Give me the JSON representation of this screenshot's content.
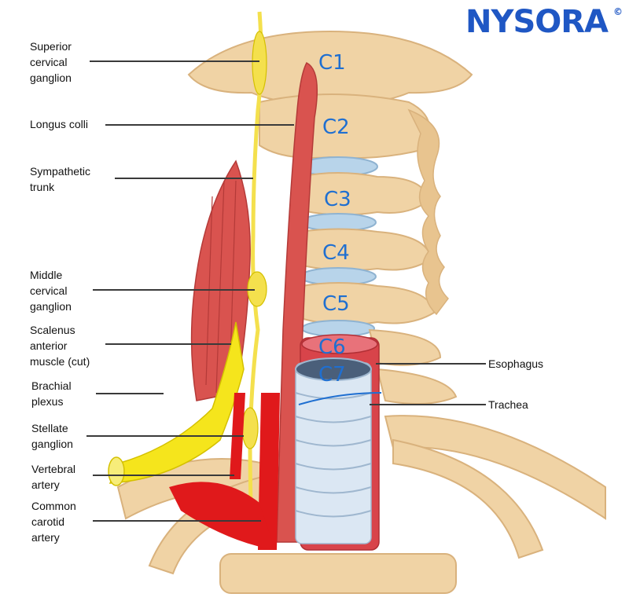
{
  "logo": {
    "text": "NYSORA",
    "mark": "©"
  },
  "labels_left": [
    {
      "id": "superior-cervical-ganglion",
      "text": "Superior\ncervical\nganglion"
    },
    {
      "id": "longus-colli",
      "text": "Longus colli"
    },
    {
      "id": "sympathetic-trunk",
      "text": "Sympathetic\ntrunk"
    },
    {
      "id": "middle-cervical-ganglion",
      "text": "Middle\ncervical\nganglion"
    },
    {
      "id": "scalenus-anterior",
      "text": "Scalenus\nanterior\nmuscle (cut)"
    },
    {
      "id": "brachial-plexus",
      "text": "Brachial\nplexus"
    },
    {
      "id": "stellate-ganglion",
      "text": "Stellate\nganglion"
    },
    {
      "id": "vertebral-artery",
      "text": "Vertebral\nartery"
    },
    {
      "id": "common-carotid-artery",
      "text": "Common\ncarotid\nartery"
    }
  ],
  "labels_right": [
    {
      "id": "esophagus",
      "text": "Esophagus"
    },
    {
      "id": "trachea",
      "text": "Trachea"
    }
  ],
  "vertebra_annotations": [
    "C1",
    "C2",
    "C3",
    "C4",
    "C5",
    "C6",
    "C7"
  ],
  "colors": {
    "bone": "#f0d3a5",
    "bone_shadow": "#d9b27d",
    "disc": "#b8d4ea",
    "muscle": "#d9534f",
    "muscle_dark": "#b43a38",
    "nerve": "#f4e04d",
    "plexus": "#f5e51c",
    "artery": "#e0191b",
    "esophagus": "#d8444a",
    "trachea_ring": "#dbe7f3",
    "annotation": "#1f6fd1",
    "brand": "#1f57c4"
  }
}
